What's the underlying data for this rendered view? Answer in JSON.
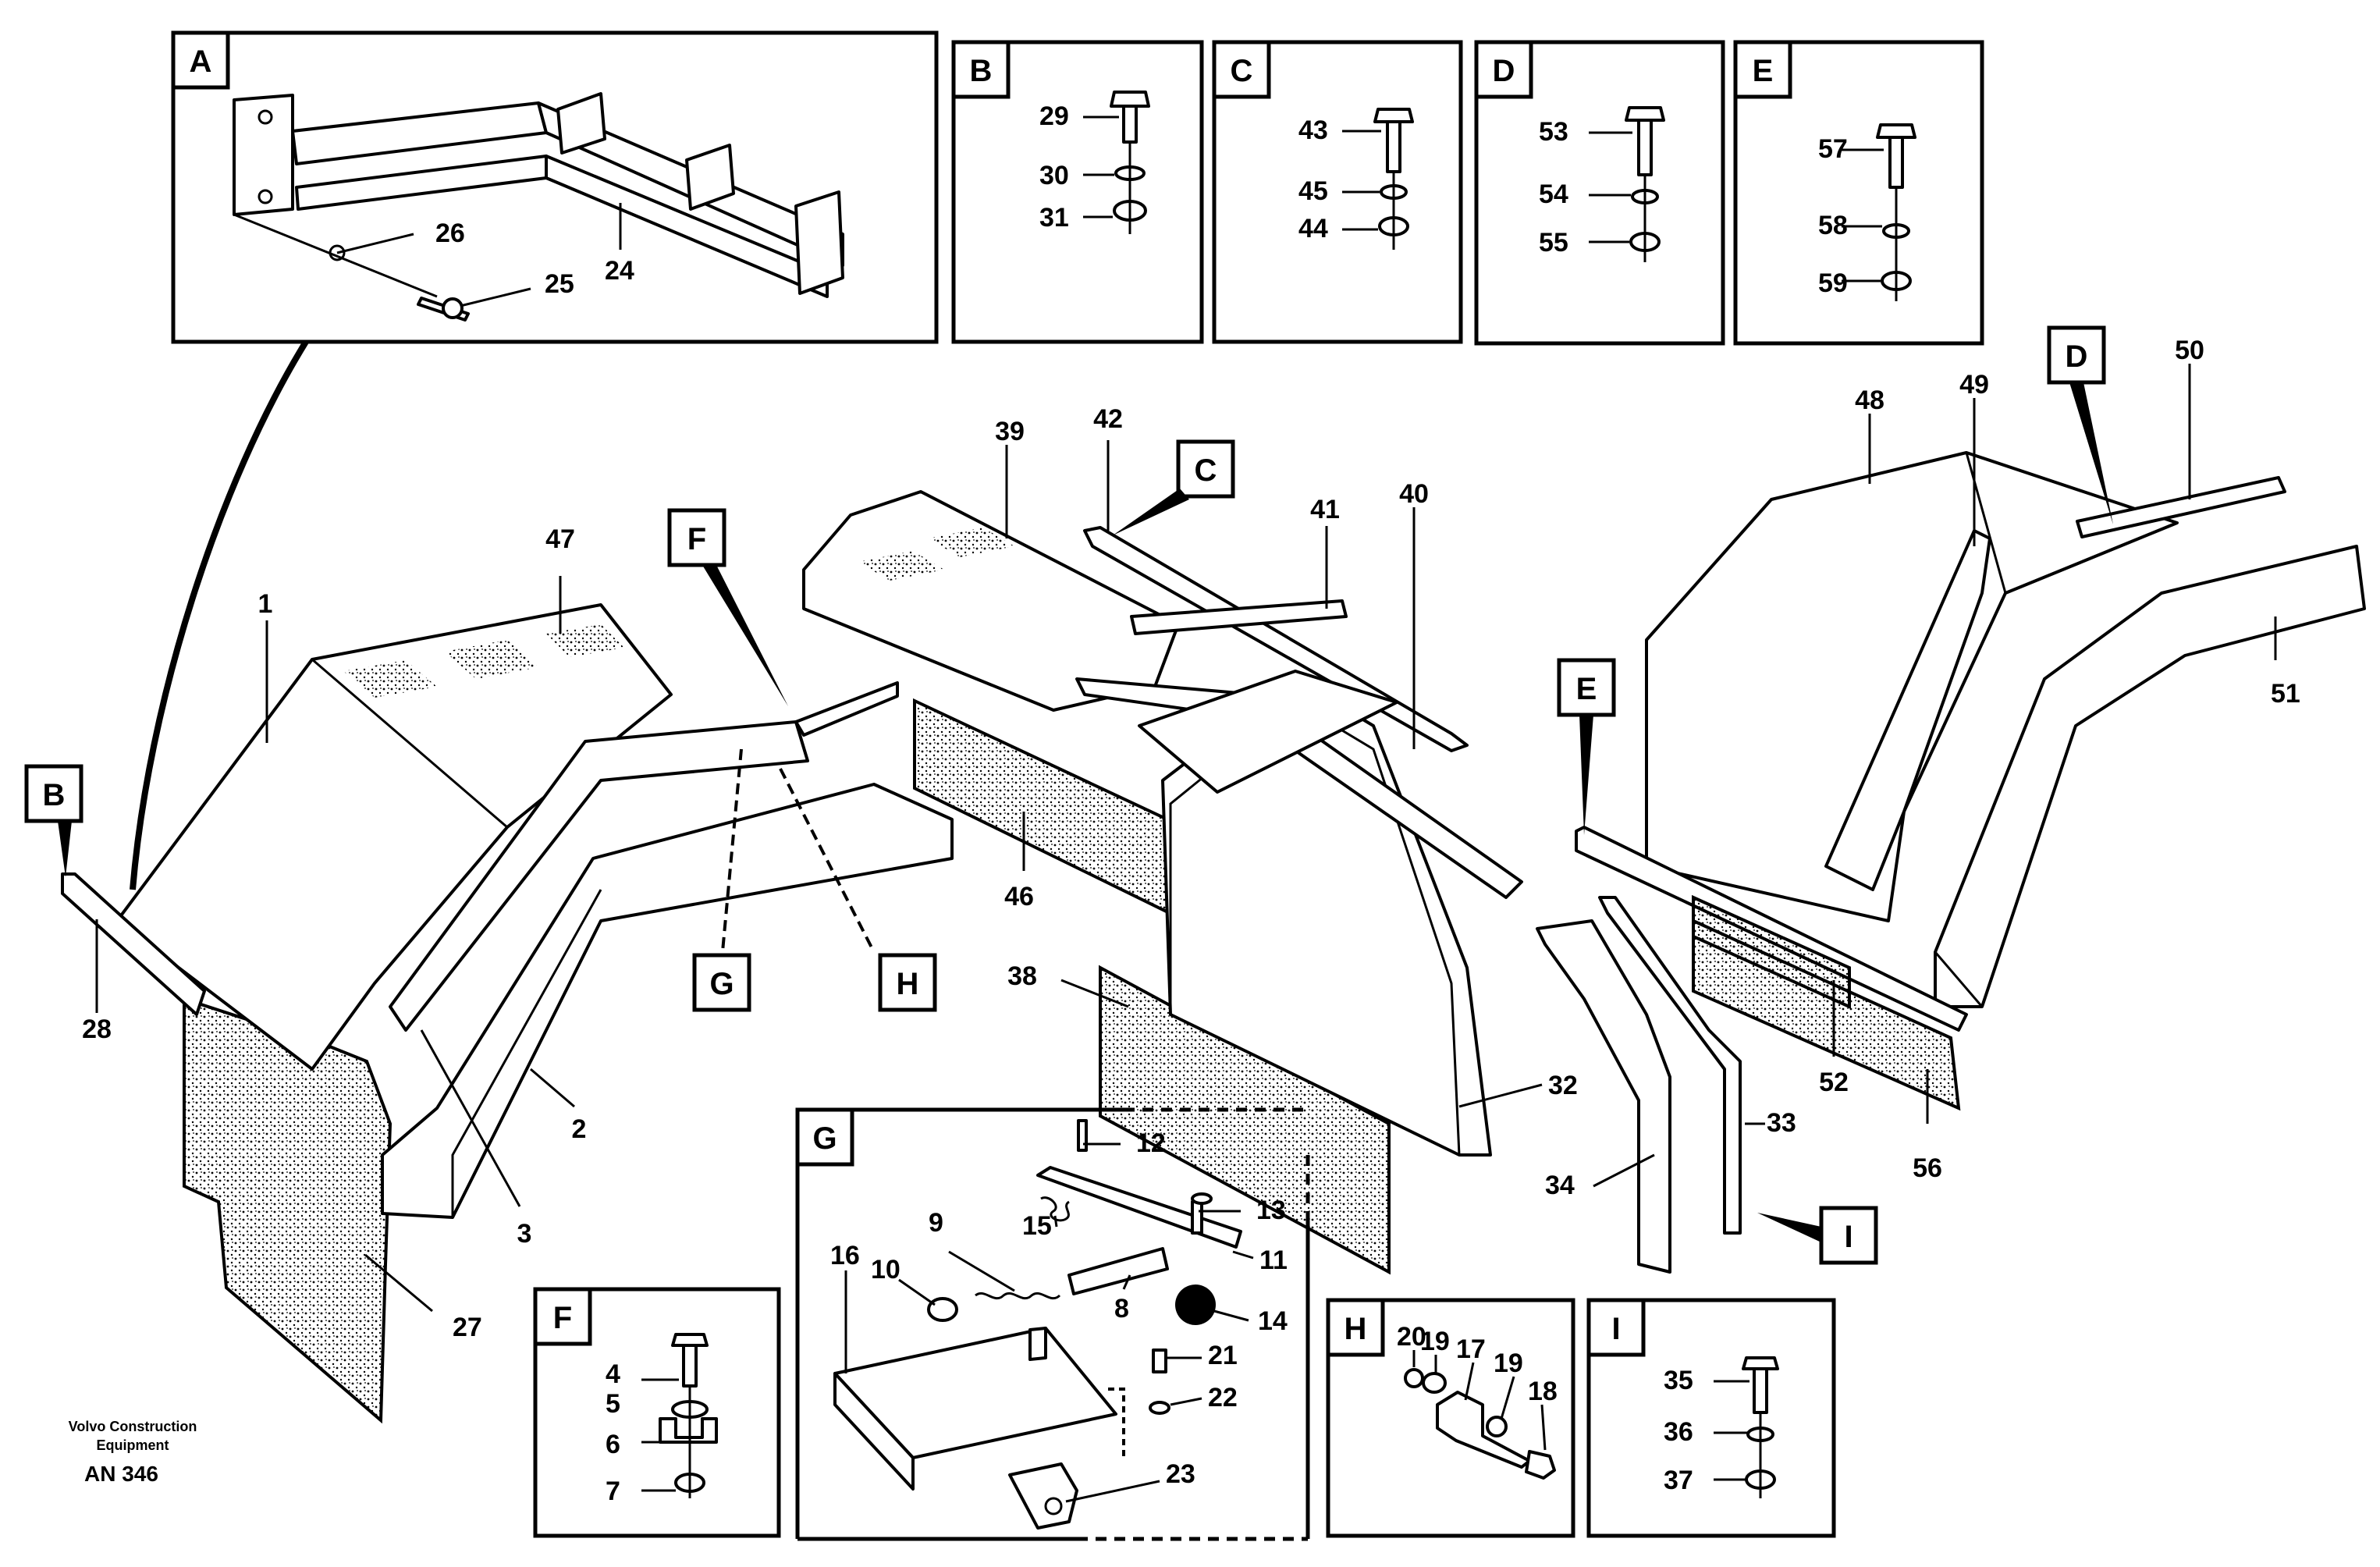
{
  "boxes": {
    "A": "A",
    "B": "B",
    "C": "C",
    "D": "D",
    "E": "E",
    "F": "F",
    "G": "G",
    "H": "H",
    "I": "I"
  },
  "tags": {
    "B": "B",
    "C": "C",
    "D": "D",
    "E": "E",
    "F": "F",
    "G": "G",
    "H": "H",
    "I": "I"
  },
  "parts": {
    "p1": "1",
    "p2": "2",
    "p3": "3",
    "p4": "4",
    "p5": "5",
    "p6": "6",
    "p7": "7",
    "p8": "8",
    "p9": "9",
    "p10": "10",
    "p11": "11",
    "p12": "12",
    "p13": "13",
    "p14": "14",
    "p15": "15",
    "p16": "16",
    "p17": "17",
    "p18": "18",
    "p19a": "19",
    "p19b": "19",
    "p20": "20",
    "p21": "21",
    "p22": "22",
    "p23": "23",
    "p24": "24",
    "p25": "25",
    "p26": "26",
    "p27": "27",
    "p28": "28",
    "p29": "29",
    "p30": "30",
    "p31": "31",
    "p32": "32",
    "p33": "33",
    "p34": "34",
    "p35": "35",
    "p36": "36",
    "p37": "37",
    "p38": "38",
    "p39": "39",
    "p40": "40",
    "p41": "41",
    "p42": "42",
    "p43": "43",
    "p44": "44",
    "p45": "45",
    "p46": "46",
    "p47": "47",
    "p48": "48",
    "p49": "49",
    "p50": "50",
    "p51": "51",
    "p52": "52",
    "p53": "53",
    "p54": "54",
    "p55": "55",
    "p56": "56",
    "p57": "57",
    "p58": "58",
    "p59": "59"
  },
  "footer": {
    "brand_line1": "Volvo Construction",
    "brand_line2": "Equipment",
    "code": "AN 346"
  }
}
